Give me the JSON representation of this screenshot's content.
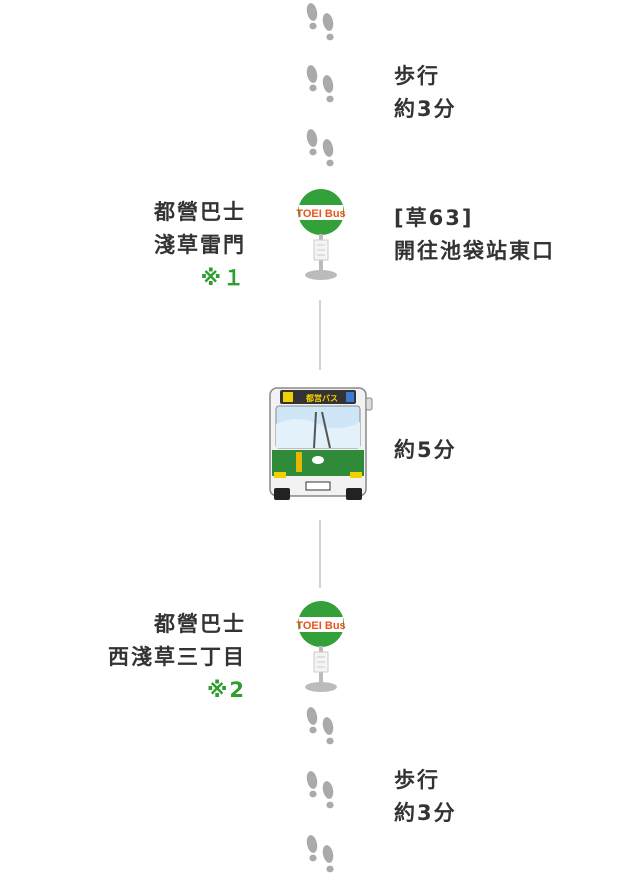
{
  "walk_top": {
    "line1": "歩行",
    "line2": "約3分"
  },
  "stop_start": {
    "line1": "都營巴士",
    "line2": "淺草雷門",
    "note": "※１",
    "sign_text": "TOEI Bus"
  },
  "route": {
    "line1": "[草63]",
    "line2": "開往池袋站東口"
  },
  "ride": {
    "time": "約5分",
    "bus_display": "都営バス"
  },
  "stop_end": {
    "line1": "都營巴士",
    "line2": "西淺草三丁目",
    "note": "※2",
    "sign_text": "TOEI Bus"
  },
  "walk_bottom": {
    "line1": "歩行",
    "line2": "約3分"
  },
  "colors": {
    "bus_green": "#2f8a3a",
    "sign_green": "#33a03a",
    "sign_orange": "#e8541e",
    "note_green": "#2e9e2e",
    "step_gray": "#aaaaaa"
  }
}
